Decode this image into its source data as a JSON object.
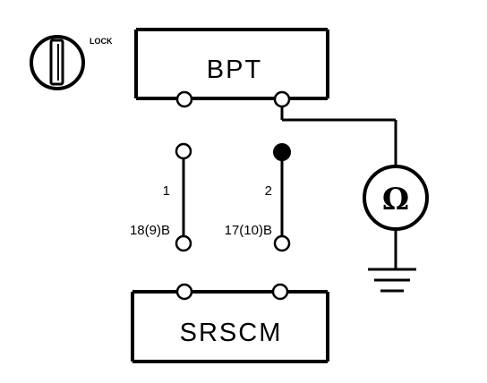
{
  "lock_label": "LOCK",
  "bpt": {
    "label": "BPT"
  },
  "srscm": {
    "label": "SRSCM"
  },
  "terminals": {
    "left": {
      "number": "1",
      "pin": "18(9)B"
    },
    "right": {
      "number": "2",
      "pin": "17(10)B"
    }
  },
  "ohmmeter": {
    "symbol": "Ω"
  },
  "colors": {
    "line": "#000000",
    "background": "#ffffff"
  }
}
